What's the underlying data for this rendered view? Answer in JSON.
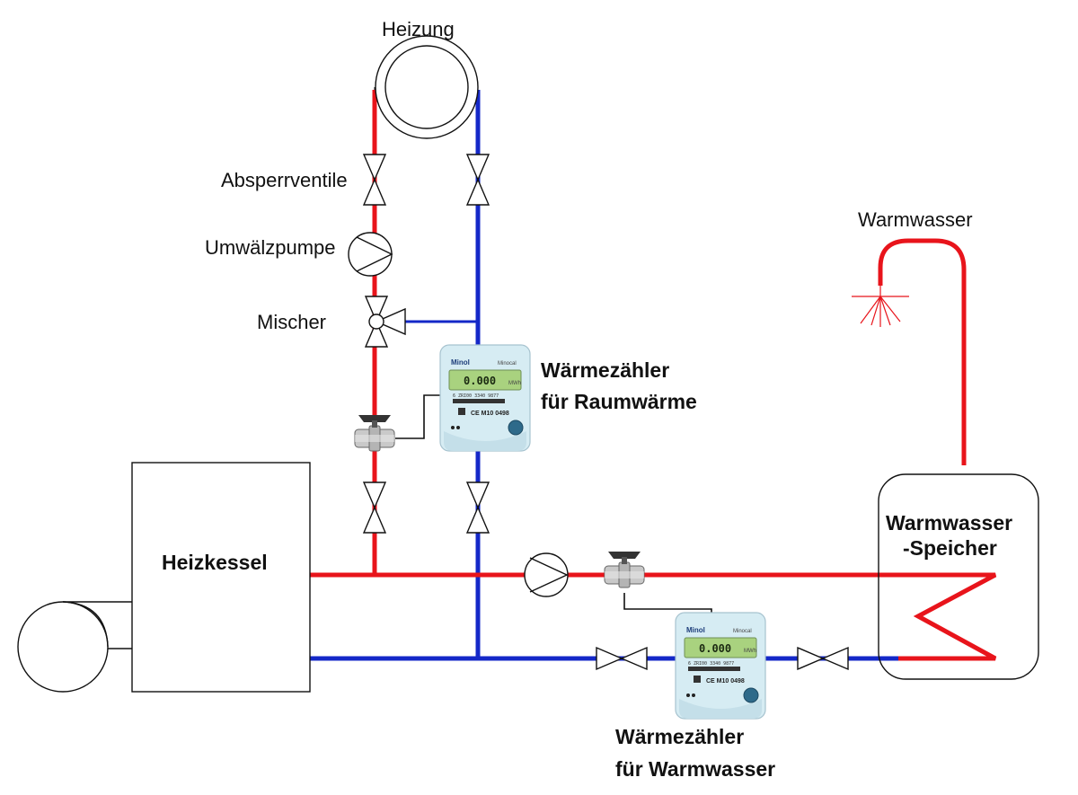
{
  "labels": {
    "heizung": "Heizung",
    "absperrventile": "Absperrventile",
    "umwaelzpumpe": "Umwälzpumpe",
    "mischer": "Mischer",
    "warmwasser": "Warmwasser",
    "heizkessel": "Heizkessel",
    "speicher_line1": "Warmwasser",
    "speicher_line2": "-Speicher",
    "meter_raum_line1": "Wärmezähler",
    "meter_raum_line2": "für Raumwärme",
    "meter_ww_line1": "Wärmezähler",
    "meter_ww_line2": "für Warmwasser"
  },
  "meter": {
    "brand": "Minol",
    "model": "Minocal",
    "display": "0.000",
    "display_unit": "MWh",
    "serial": "6 ZRI00 3340 9877",
    "ce": "CE M10 0498"
  },
  "colors": {
    "flow_pipe": "#e8141b",
    "return_pipe": "#1428c8",
    "meter_body": "#d6ecf3",
    "lcd": "#a9d27f"
  },
  "icons": [
    "radiator-icon",
    "shutoff-valve-icon",
    "pump-icon",
    "mixer-valve-icon",
    "ball-valve-icon",
    "heat-meter-icon",
    "shower-head-icon",
    "burner-icon",
    "coil-icon"
  ]
}
